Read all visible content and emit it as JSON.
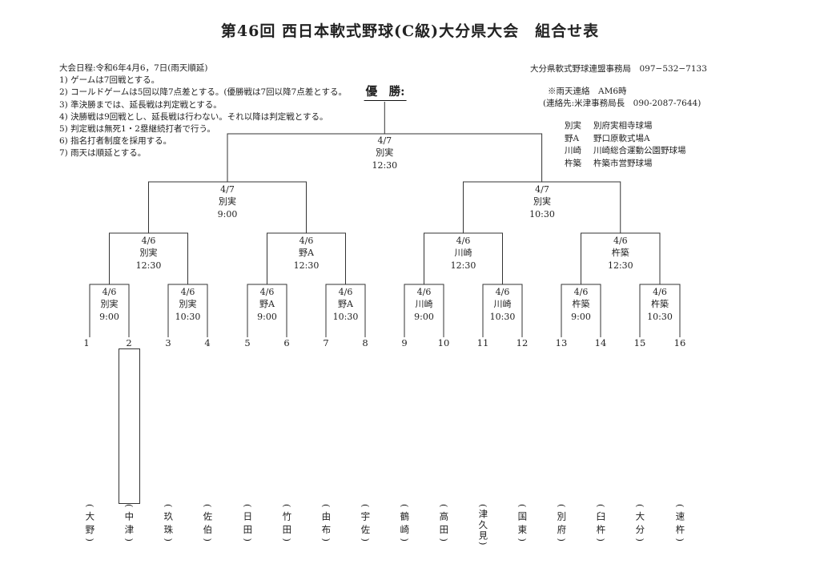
{
  "title": "第46回 西日本軟式野球(C級)大分県大会　組合せ表",
  "notes": {
    "schedule": "大会日程:令和6年4月6，7日(雨天順延)",
    "rules": [
      "1) ゲームは7回戦とする。",
      "2) コールドゲームは5回以降7点差とする。(優勝戦は7回以降7点差とする。",
      "3) 準決勝までは、延長戦は判定戦とする。",
      "4) 決勝戦は9回戦とし、延長戦は行わない。それ以降は判定戦とする。",
      "5) 判定戦は無死1・2塁継続打者で行う。",
      "6) 指名打者制度を採用する。",
      "7) 雨天は順延とする。"
    ]
  },
  "contacts": {
    "office": "大分県軟式野球連盟事務局　097−532−7133",
    "rain_notice": "※雨天連絡　AM6時",
    "rain_contact": "(連絡先:米津事務局長　090-2087-7644)"
  },
  "venues": [
    {
      "abbr": "別実",
      "name": "別府実相寺球場"
    },
    {
      "abbr": "野A",
      "name": "野口原軟式場A"
    },
    {
      "abbr": "川崎",
      "name": "川崎総合運動公園野球場"
    },
    {
      "abbr": "杵築",
      "name": "杵築市営野球場"
    }
  ],
  "bracket": {
    "champion_label": "優　勝:",
    "final": {
      "date": "4/7",
      "venue": "別実",
      "time": "12:30"
    },
    "semifinals": [
      {
        "date": "4/7",
        "venue": "別実",
        "time": "9:00"
      },
      {
        "date": "4/7",
        "venue": "別実",
        "time": "10:30"
      }
    ],
    "quarterfinals": [
      {
        "date": "4/6",
        "venue": "別実",
        "time": "12:30"
      },
      {
        "date": "4/6",
        "venue": "野A",
        "time": "12:30"
      },
      {
        "date": "4/6",
        "venue": "川崎",
        "time": "12:30"
      },
      {
        "date": "4/6",
        "venue": "杵築",
        "time": "12:30"
      }
    ],
    "round1": [
      {
        "date": "4/6",
        "venue": "別実",
        "time": "9:00"
      },
      {
        "date": "4/6",
        "venue": "別実",
        "time": "10:30"
      },
      {
        "date": "4/6",
        "venue": "野A",
        "time": "9:00"
      },
      {
        "date": "4/6",
        "venue": "野A",
        "time": "10:30"
      },
      {
        "date": "4/6",
        "venue": "川崎",
        "time": "9:00"
      },
      {
        "date": "4/6",
        "venue": "川崎",
        "time": "10:30"
      },
      {
        "date": "4/6",
        "venue": "杵築",
        "time": "9:00"
      },
      {
        "date": "4/6",
        "venue": "杵築",
        "time": "10:30"
      }
    ],
    "slots": [
      "1",
      "2",
      "3",
      "4",
      "5",
      "6",
      "7",
      "8",
      "9",
      "10",
      "11",
      "12",
      "13",
      "14",
      "15",
      "16"
    ],
    "teams": [
      "(大野)",
      "(中津)",
      "(玖珠)",
      "(佐伯)",
      "(日田)",
      "(竹田)",
      "(由布)",
      "(宇佐)",
      "(鶴崎)",
      "(高田)",
      "(津久見)",
      "(国東)",
      "(別府)",
      "(臼杵)",
      "(大分)",
      "(速杵)"
    ]
  }
}
